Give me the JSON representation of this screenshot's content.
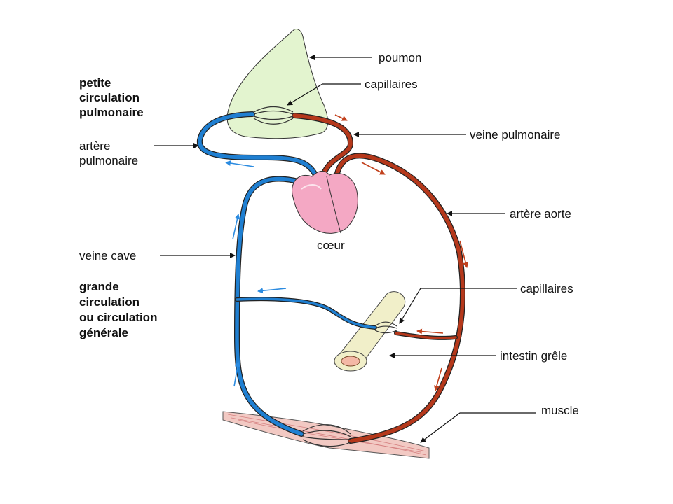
{
  "labels": {
    "poumon": "poumon",
    "capillaires_top": "capillaires",
    "veine_pulmonaire": "veine pulmonaire",
    "artere_aorte": "artère aorte",
    "capillaires_mid": "capillaires",
    "intestin_grele": "intestin grêle",
    "muscle": "muscle",
    "coeur": "cœur",
    "veine_cave": "veine cave",
    "artere_pulmonaire": [
      "artère",
      "pulmonaire"
    ],
    "petite_circulation": [
      "petite",
      "circulation",
      "pulmonaire"
    ],
    "grande_circulation": [
      "grande",
      "circulation",
      "ou circulation",
      "générale"
    ]
  },
  "colors": {
    "oxygenated": "#b5381b",
    "deoxygenated": "#1f7fd1",
    "lung": "#e3f4cf",
    "heart": "#f4a8c4",
    "intestine": "#f1efc9",
    "muscle": "#f2c9c3"
  }
}
